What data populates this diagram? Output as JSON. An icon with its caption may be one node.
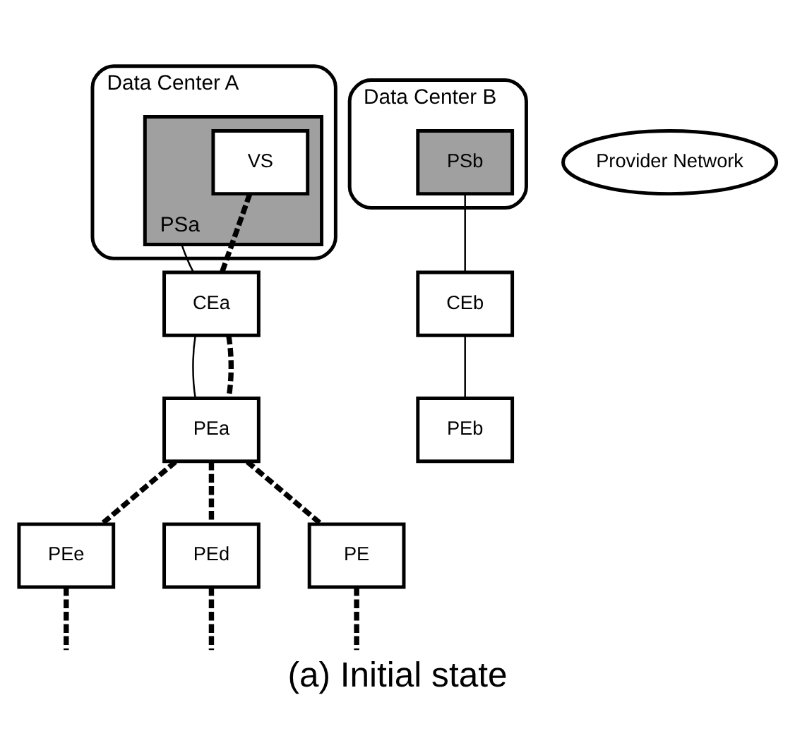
{
  "diagram": {
    "caption": "(a) Initial state",
    "nodes": [
      {
        "text": [
          "Data Center A"
        ]
      },
      {
        "text": [
          "PSa"
        ],
        "in": 0
      },
      {
        "text": [
          "VS"
        ],
        "in": 1
      },
      {
        "text": [
          "CEa"
        ]
      },
      {
        "text": [
          "Data Center B"
        ]
      },
      {
        "text": [
          "PSb"
        ],
        "in": 4
      },
      {
        "text": [
          "CEb"
        ]
      },
      {
        "text": [
          "Provider Network"
        ]
      },
      {
        "text": [
          "PEa"
        ]
      },
      {
        "text": [
          "PEb"
        ]
      },
      {
        "text": [
          "PEe"
        ]
      },
      {
        "text": [
          "PEd"
        ]
      },
      {
        "text": [
          "PE"
        ]
      }
    ],
    "edges": [
      {
        "from": 1,
        "to": 3,
        "arrow": "none"
      },
      {
        "from": 3,
        "to": 8,
        "arrow": "none"
      },
      {
        "from": 5,
        "to": 6,
        "arrow": "none"
      },
      {
        "from": 6,
        "to": 9,
        "arrow": "none"
      },
      {
        "from": 2,
        "to": 3,
        "arrow": "none",
        "style": "dashed"
      },
      {
        "from": 3,
        "to": 8,
        "arrow": "none",
        "style": "dashed"
      },
      {
        "from": 8,
        "to": 10,
        "arrow": "none",
        "style": "dashed"
      },
      {
        "from": 8,
        "to": 11,
        "arrow": "none",
        "style": "dashed"
      },
      {
        "from": 8,
        "to": 12,
        "arrow": "none",
        "style": "dashed"
      },
      {
        "from": 10,
        "to": null,
        "arrow": "none",
        "style": "dashed"
      },
      {
        "from": 11,
        "to": null,
        "arrow": "none",
        "style": "dashed"
      },
      {
        "from": 12,
        "to": null,
        "arrow": "none",
        "style": "dashed"
      }
    ]
  }
}
